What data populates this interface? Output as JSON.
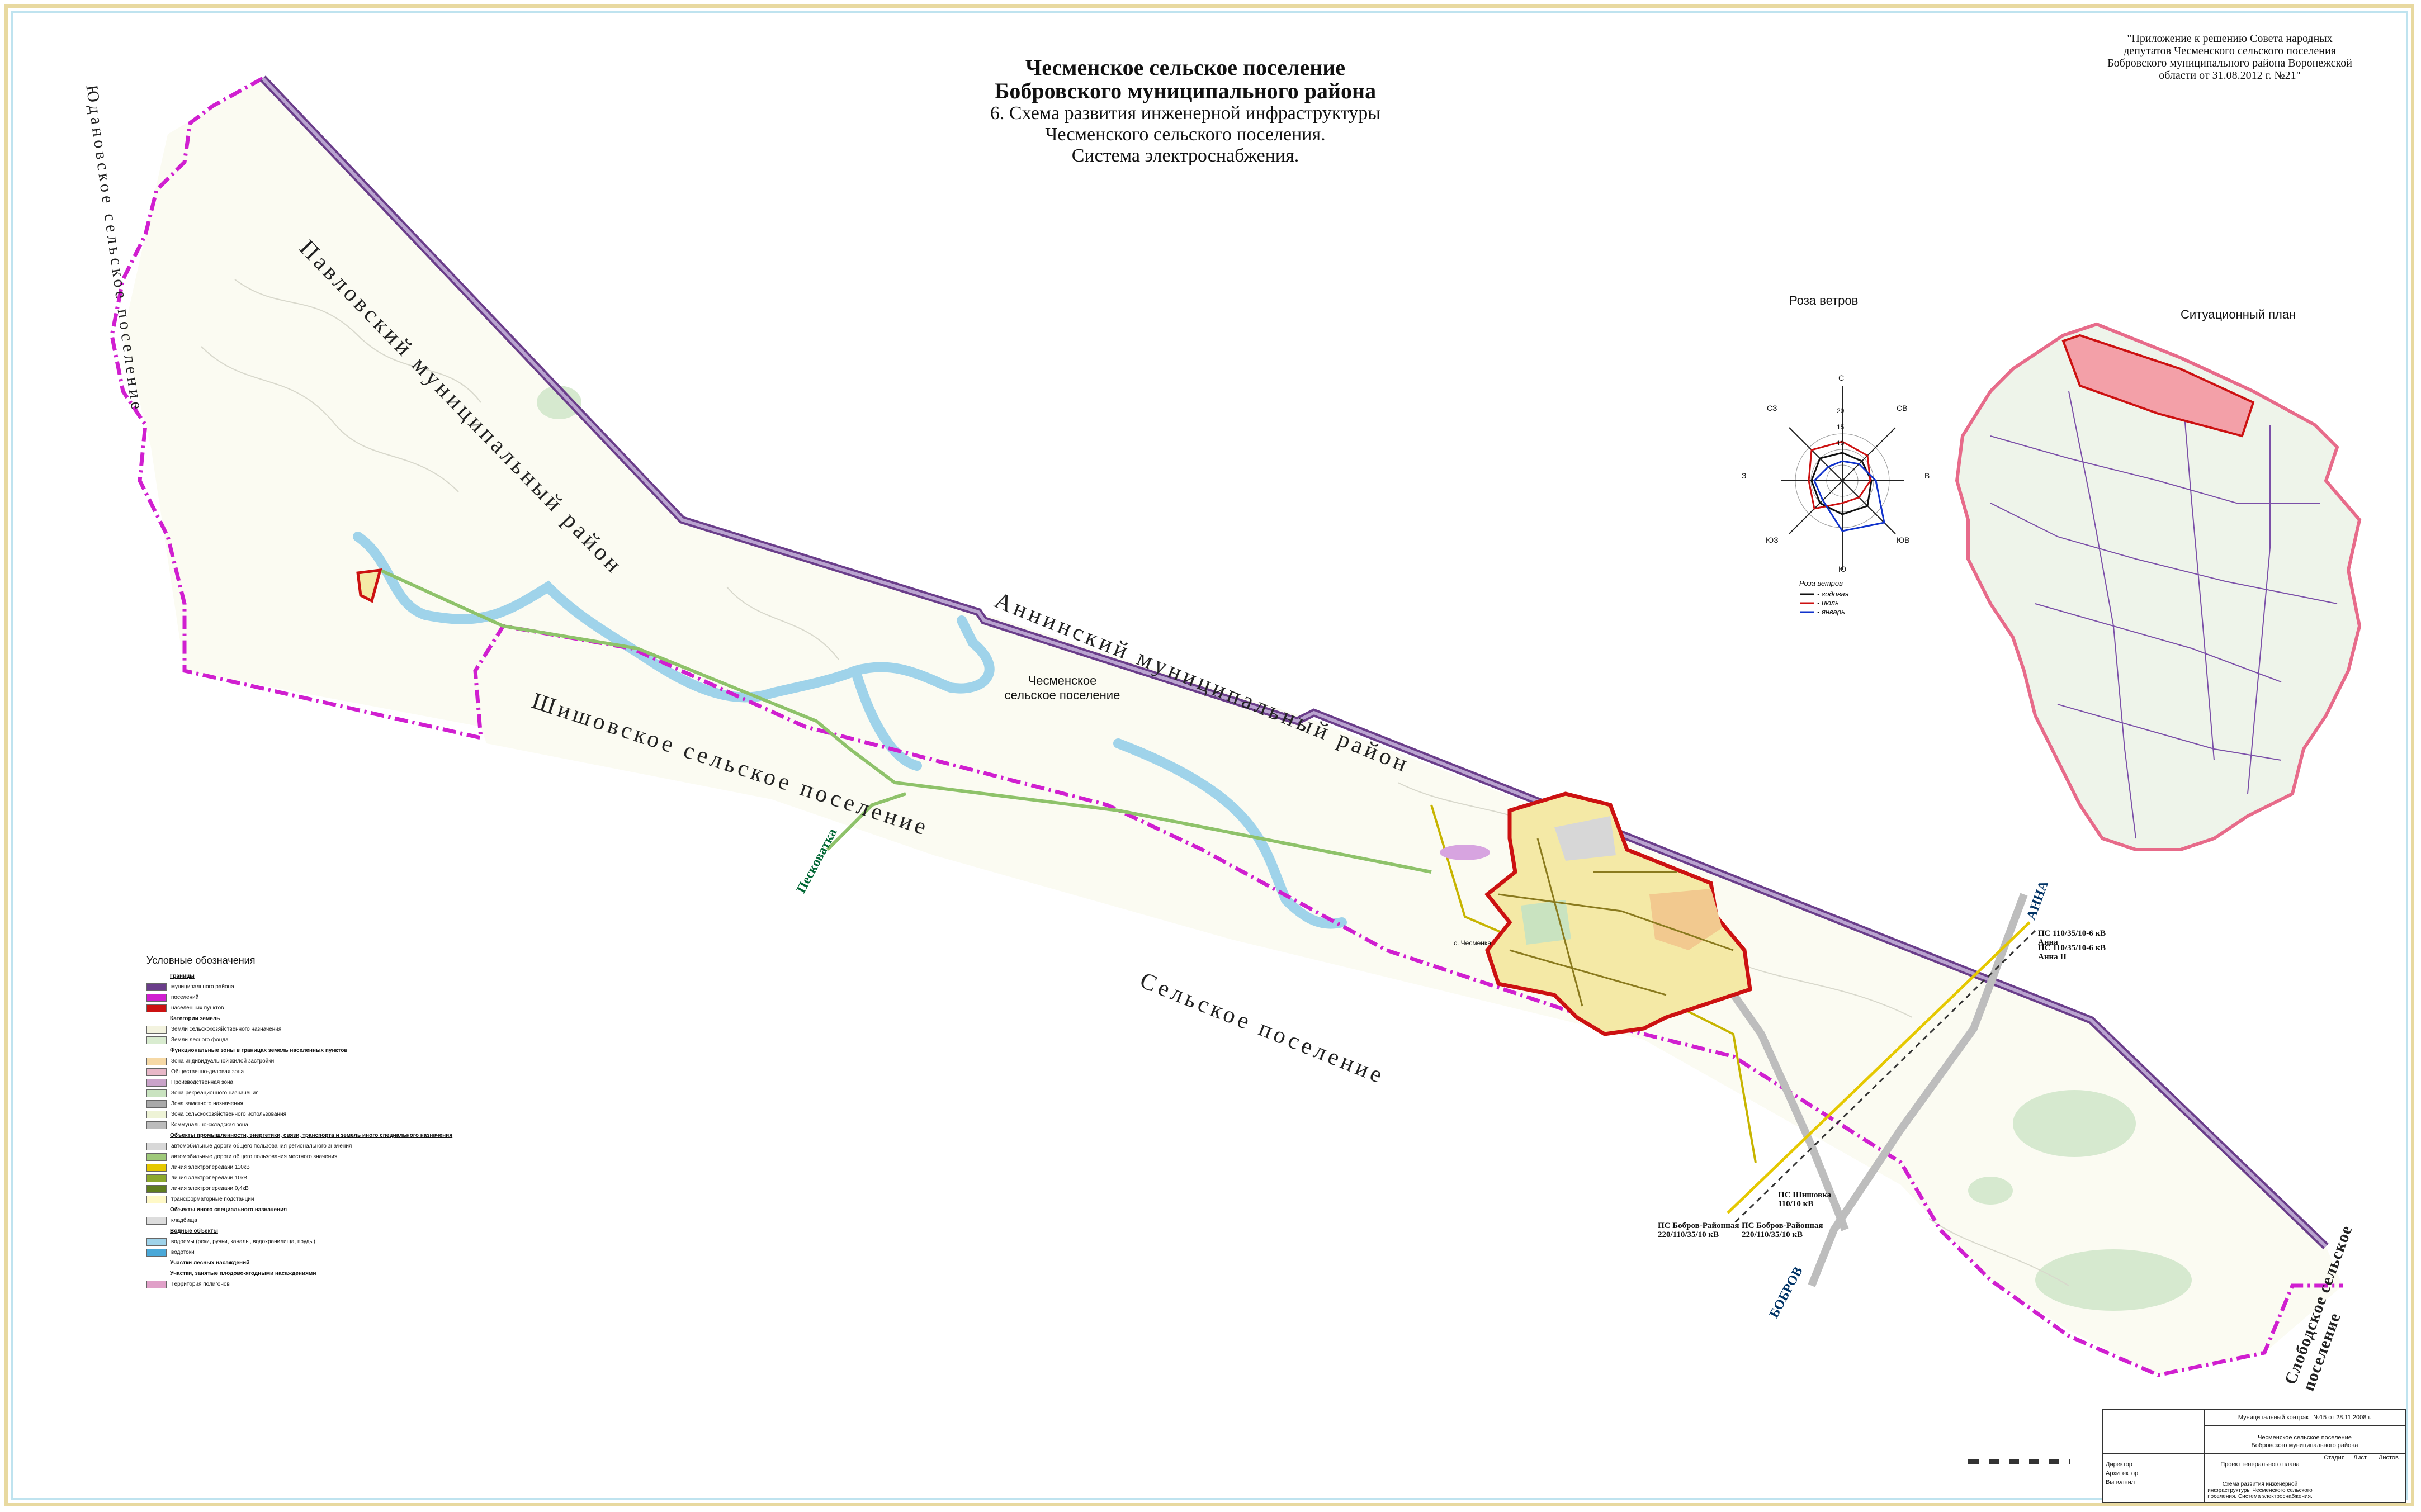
{
  "title": {
    "line1": "Чесменское сельское поселение",
    "line2": "Бобровского муниципального района",
    "line3": "6. Схема развития инженерной инфраструктуры",
    "line4": "Чесменского сельского поселения.",
    "line5": "Система электроснабжения."
  },
  "approval": {
    "line1": "\"Приложение к решению Совета народных",
    "line2": "депутатов Чесменского сельского поселения",
    "line3": "Бобровского муниципального района Воронежской",
    "line4": "области от 31.08.2012 г. №21\""
  },
  "wind_rose": {
    "title": "Роза ветров",
    "directions": {
      "n": "С",
      "ne": "СВ",
      "e": "В",
      "se": "ЮВ",
      "s": "Ю",
      "sw": "ЮЗ",
      "w": "З",
      "nw": "СЗ"
    },
    "ticks": [
      "20",
      "15",
      "10"
    ],
    "legend_title": "Роза ветров",
    "legend": [
      {
        "label": "- годовая",
        "color": "#111111"
      },
      {
        "label": "- июль",
        "color": "#cc1111"
      },
      {
        "label": "- январь",
        "color": "#1133cc"
      }
    ]
  },
  "situation_plan": {
    "title": "Ситуационный план"
  },
  "map_labels": {
    "settlement_center": "Чесменское",
    "settlement_center2": "сельское поселение",
    "village": "с. Чесменка",
    "neighbor_north": "Павловский муниципальный район",
    "neighbor_northeast": "Аннинский муниципальный район",
    "neighbor_west": "Юдановское сельское поселение",
    "neighbor_south": "Шишовское сельское поселение",
    "neighbor_south2": "Сельское поселение",
    "neighbor_southeast": "Слободское сельское поселение",
    "road_pesko": "Песковатка",
    "road_anna": "АННА",
    "road_bobrov": "БОБРОВ"
  },
  "substations": {
    "ps1": {
      "l1": "ПС 110/35/10-6 кВ",
      "l2": "Анна"
    },
    "ps2": {
      "l1": "ПС 110/35/10-6 кВ",
      "l2": "Анна II"
    },
    "ps3": {
      "l1": "ПС Шишовка",
      "l2": "110/10 кВ"
    },
    "ps4": {
      "l1": "ПС Бобров-Районная",
      "l2": "220/110/35/10 кВ"
    },
    "ps5": {
      "l1": "ПС Бобров-Районная",
      "l2": "220/110/35/10 кВ"
    }
  },
  "legend": {
    "title": "Условные обозначения",
    "items": [
      {
        "kind": "head",
        "text": "Границы"
      },
      {
        "kind": "row",
        "color": "#6a3d8a",
        "text": "муниципального района"
      },
      {
        "kind": "row",
        "color": "#d01fd0",
        "text": "поселений"
      },
      {
        "kind": "row",
        "color": "#cc1111",
        "text": "населенных пунктов"
      },
      {
        "kind": "head",
        "text": "Категории земель"
      },
      {
        "kind": "row",
        "color": "#f3f3df",
        "text": "Земли сельскохозяйственного назначения"
      },
      {
        "kind": "row",
        "color": "#d9ecd0",
        "text": "Земли лесного фонда"
      },
      {
        "kind": "head",
        "text": "Функциональные зоны в границах земель населенных пунктов"
      },
      {
        "kind": "row",
        "color": "#f6d9a6",
        "text": "Зона индивидуальной жилой застройки"
      },
      {
        "kind": "row",
        "color": "#e8b8c8",
        "text": "Общественно-деловая зона"
      },
      {
        "kind": "row",
        "color": "#c9a3c9",
        "text": "Производственная зона"
      },
      {
        "kind": "row",
        "color": "#c9e3c0",
        "text": "Зона рекреационного назначения"
      },
      {
        "kind": "row",
        "color": "#a9a9a9",
        "text": "Зона заметного назначения"
      },
      {
        "kind": "row",
        "color": "#eef3d6",
        "text": "Зона сельскохозяйственного использования"
      },
      {
        "kind": "row",
        "color": "#bcbcbc",
        "text": "Коммунально-складская зона"
      },
      {
        "kind": "head",
        "text": "Объекты промышленности, энергетики, связи, транспорта и земель иного специального назначения"
      },
      {
        "kind": "row",
        "color": "#d8d8d8",
        "text": "автомобильные дороги общего пользования регионального значения"
      },
      {
        "kind": "row",
        "color": "#9fc97a",
        "text": "автомобильные дороги общего пользования местного значения"
      },
      {
        "kind": "row",
        "color": "#e5c800",
        "text": "линия электропередачи 110кВ"
      },
      {
        "kind": "row",
        "color": "#8ca82c",
        "text": "линия электропередачи 10кВ"
      },
      {
        "kind": "row",
        "color": "#5f7d1e",
        "text": "линия электропередачи 0,4кВ"
      },
      {
        "kind": "row",
        "color": "#fff9c7",
        "text": "трансформаторные подстанции"
      },
      {
        "kind": "head",
        "text": "Объекты иного специального назначения"
      },
      {
        "kind": "row",
        "color": "#dddddd",
        "text": "кладбища"
      },
      {
        "kind": "head",
        "text": "Водные объекты"
      },
      {
        "kind": "row",
        "color": "#9fd3ea",
        "text": "водоемы (реки, ручьи, каналы, водохранилища, пруды)"
      },
      {
        "kind": "row",
        "color": "#4aa8d8",
        "text": "водотоки"
      },
      {
        "kind": "head",
        "text": "Участки лесных насаждений"
      },
      {
        "kind": "head",
        "text": "Участки, занятые плодово-ягодными насаждениями"
      },
      {
        "kind": "row",
        "color": "#e0a0c8",
        "text": "Территория полигонов"
      }
    ]
  },
  "stamp": {
    "contract": "Муниципальный контракт №15 от 28.11.2008 г.",
    "org1": "Чесменское сельское поселение",
    "org2": "Бобровского муниципального района",
    "project": "Проект генерального плана",
    "sheet_title": "Схема развития инженерной инфраструктуры Чесменского сельского поселения. Система электроснабжения.",
    "col_stage": "Стадия",
    "col_sheet": "Лист",
    "col_sheets": "Листов",
    "r1": "Директор",
    "r2": "Архитектор",
    "r3": "Выполнил"
  }
}
